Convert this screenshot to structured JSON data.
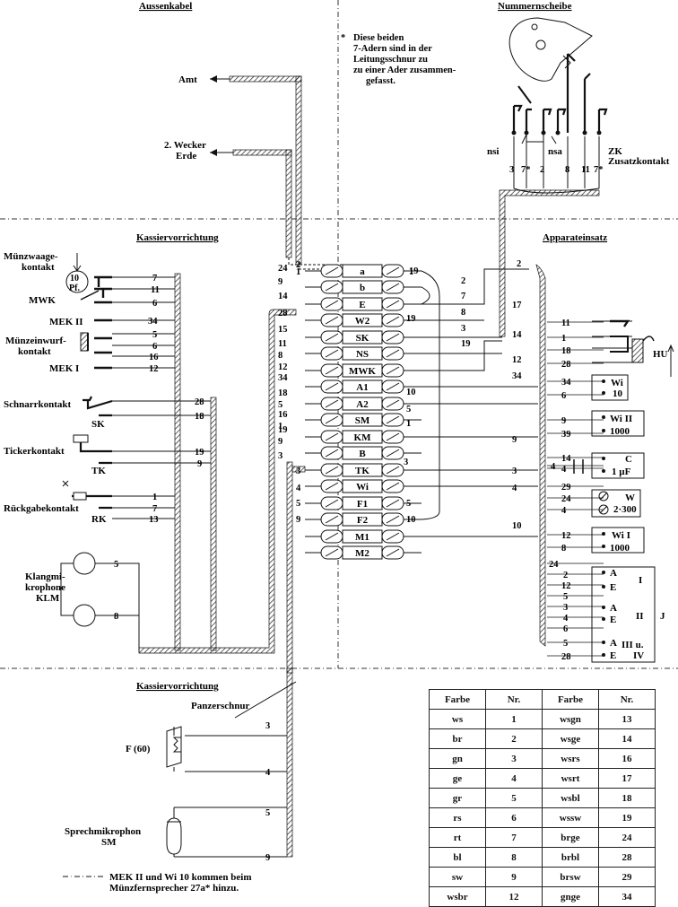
{
  "titles": {
    "aussenkabel": "Aussenkabel",
    "nummernscheibe": "Nummernscheibe",
    "kassier_top": "Kassiervorrichtung",
    "apparateinsatz": "Apparateinsatz",
    "kassier_bottom": "Kassiervorrichtung"
  },
  "footnote": {
    "star": "*",
    "lines": [
      "Diese beiden",
      "7-Adern sind in der",
      "Leitungsschnur zu",
      "zu einer Ader zusammen-",
      "gefasst."
    ]
  },
  "cable": {
    "amt": "Amt",
    "wecker": [
      "2. Wecker",
      "Erde"
    ]
  },
  "dial": {
    "nsi": "nsi",
    "nsa": "nsa",
    "zk": [
      "ZK",
      "Zusatzkontakt"
    ],
    "terms": [
      "3",
      "7*",
      "2",
      "8",
      "11",
      "7*"
    ]
  },
  "left": {
    "muenzwaage": [
      "Münzwaage-",
      "kontakt"
    ],
    "coin": [
      "10",
      "Pf."
    ],
    "mwk": "MWK",
    "mek2": "MEK II",
    "muenzeinwurf": [
      "Münzeinwurf-",
      "kontakt"
    ],
    "mek1": "MEK I",
    "schnarr": "Schnarrkontakt",
    "sk": "SK",
    "ticker": "Tickerkontakt",
    "tk": "TK",
    "rueckgabe": "Rückgabekontakt",
    "rk": "RK",
    "klang": [
      "Klangmi-",
      "krophone",
      "KLM"
    ],
    "wire_nums": [
      "7",
      "11",
      "6",
      "34",
      "5",
      "6",
      "16",
      "12",
      "28",
      "18",
      "19",
      "9",
      "1",
      "7",
      "13",
      "5",
      "8"
    ]
  },
  "terminals": [
    "a",
    "b",
    "E",
    "W2",
    "SK",
    "NS",
    "MWK",
    "A1",
    "A2",
    "SM",
    "KM",
    "B",
    "TK",
    "Wi",
    "F1",
    "F2",
    "M1",
    "M2"
  ],
  "terminal_left_nums": [
    "1",
    "2",
    "24",
    "9",
    "14",
    "28",
    "15",
    "11",
    "8",
    "12",
    "34",
    "18",
    "5",
    "16",
    "1",
    "19",
    "9",
    "3",
    "3",
    "4",
    "5",
    "9"
  ],
  "terminal_right_nums": [
    "1",
    "19",
    "2",
    "7",
    "19",
    "8",
    "3",
    "19",
    "12",
    "34",
    "10",
    "5",
    "1",
    "9",
    "3",
    "3",
    "4",
    "5",
    "10"
  ],
  "right_bus_nums": [
    "2",
    "17",
    "14",
    "10"
  ],
  "app": {
    "hu": "HU",
    "wi10": [
      "Wi",
      "10"
    ],
    "wi2": [
      "Wi II",
      "1000"
    ],
    "c": [
      "C",
      "1 µF"
    ],
    "w": [
      "W",
      "2·300"
    ],
    "wi1": [
      "Wi I",
      "1000"
    ],
    "j": {
      "i": "I",
      "ii": "II",
      "iii": [
        "III u.",
        "IV"
      ],
      "j": "J",
      "a": "A",
      "e": "E"
    },
    "nums": [
      "11",
      "1",
      "18",
      "28",
      "34",
      "6",
      "9",
      "39",
      "14",
      "4",
      "4",
      "29",
      "24",
      "4",
      "12",
      "8",
      "24",
      "2",
      "12",
      "5",
      "3",
      "4",
      "6",
      "5",
      "28"
    ]
  },
  "bottom": {
    "panzer": "Panzerschnur",
    "f60": "F (60)",
    "sprech": [
      "Sprechmikrophon",
      "SM"
    ],
    "nums": [
      "3",
      "4",
      "5",
      "9"
    ]
  },
  "footer": [
    "MEK II und Wi 10 kommen beim",
    "Münzfernsprecher 27a* hinzu."
  ],
  "legend": {
    "dash": "- · - ·"
  },
  "table": {
    "headers": [
      "Farbe",
      "Nr.",
      "Farbe",
      "Nr."
    ],
    "rows": [
      [
        "ws",
        "1",
        "wsgn",
        "13"
      ],
      [
        "br",
        "2",
        "wsge",
        "14"
      ],
      [
        "gn",
        "3",
        "wsrs",
        "16"
      ],
      [
        "ge",
        "4",
        "wsrt",
        "17"
      ],
      [
        "gr",
        "5",
        "wsbl",
        "18"
      ],
      [
        "rs",
        "6",
        "wssw",
        "19"
      ],
      [
        "rt",
        "7",
        "brge",
        "24"
      ],
      [
        "bl",
        "8",
        "brbl",
        "28"
      ],
      [
        "sw",
        "9",
        "brsw",
        "29"
      ],
      [
        "wsbr",
        "12",
        "gnge",
        "34"
      ]
    ]
  }
}
